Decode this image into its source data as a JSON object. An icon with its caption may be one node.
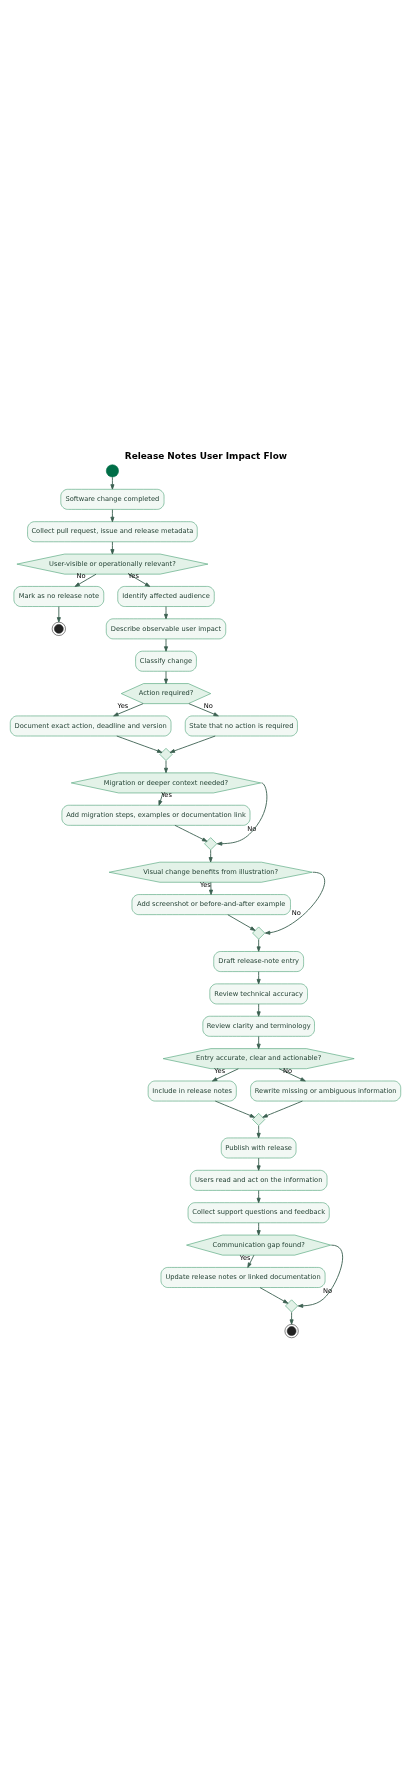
{
  "diagram": {
    "title": "Release Notes User Impact Flow",
    "nodes": [
      {
        "text": [],
        "shape": "circle"
      },
      {
        "text": [
          "Software change completed"
        ]
      },
      {
        "text": [
          "Collect pull request, issue and release metadata"
        ]
      },
      {
        "text": [
          "User-visible or operationally relevant?"
        ]
      },
      {
        "text": [
          "Mark as no release note"
        ]
      },
      {
        "text": [],
        "shape": "circle"
      },
      {
        "text": [
          "Identify affected audience"
        ]
      },
      {
        "text": [
          "Describe observable user impact"
        ]
      },
      {
        "text": [
          "Classify change"
        ]
      },
      {
        "text": [
          "Action required?"
        ]
      },
      {
        "text": [
          "Document exact action, deadline and version"
        ]
      },
      {
        "text": [
          "State that no action is required"
        ]
      },
      {
        "text": [],
        "shape": "diamond"
      },
      {
        "text": [
          "Migration or deeper context needed?"
        ]
      },
      {
        "text": [
          "Add migration steps, examples or documentation link"
        ]
      },
      {
        "text": [],
        "shape": "diamond"
      },
      {
        "text": [
          "Visual change benefits from illustration?"
        ]
      },
      {
        "text": [
          "Add screenshot or before-and-after example"
        ]
      },
      {
        "text": [],
        "shape": "diamond"
      },
      {
        "text": [
          "Draft release-note entry"
        ]
      },
      {
        "text": [
          "Review technical accuracy"
        ]
      },
      {
        "text": [
          "Review clarity and terminology"
        ]
      },
      {
        "text": [
          "Entry accurate, clear and actionable?"
        ]
      },
      {
        "text": [
          "Include in release notes"
        ]
      },
      {
        "text": [
          "Rewrite missing or ambiguous information"
        ]
      },
      {
        "text": [],
        "shape": "diamond"
      },
      {
        "text": [
          "Publish with release"
        ]
      },
      {
        "text": [
          "Users read and act on the information"
        ]
      },
      {
        "text": [
          "Collect support questions and feedback"
        ]
      },
      {
        "text": [
          "Communication gap found?"
        ]
      },
      {
        "text": [
          "Update release notes or linked documentation"
        ]
      },
      {
        "text": [],
        "shape": "diamond"
      },
      {
        "text": [],
        "shape": "circle"
      }
    ],
    "edges": [
      {
        "from": 0,
        "to": 1,
        "arrow": "to"
      },
      {
        "from": 1,
        "to": 2,
        "arrow": "to"
      },
      {
        "from": 2,
        "to": 3,
        "arrow": "to"
      },
      {
        "from": 3,
        "to": 4,
        "arrow": "to",
        "label": "No"
      },
      {
        "from": 4,
        "to": 5,
        "arrow": "to"
      },
      {
        "from": 3,
        "to": 6,
        "arrow": "to",
        "label": "Yes"
      },
      {
        "from": 6,
        "to": 7,
        "arrow": "to"
      },
      {
        "from": 7,
        "to": 8,
        "arrow": "to"
      },
      {
        "from": 8,
        "to": 9,
        "arrow": "to"
      },
      {
        "from": 9,
        "to": 10,
        "arrow": "to",
        "label": "Yes"
      },
      {
        "from": 9,
        "to": 11,
        "arrow": "to",
        "label": "No"
      },
      {
        "from": 10,
        "to": 12,
        "arrow": "to"
      },
      {
        "from": 11,
        "to": 12,
        "arrow": "to"
      },
      {
        "from": 12,
        "to": 13,
        "arrow": "to"
      },
      {
        "from": 13,
        "to": 14,
        "arrow": "to",
        "label": "Yes"
      },
      {
        "from": 13,
        "to": 15,
        "arrow": "to",
        "label": "No"
      },
      {
        "from": 14,
        "to": 15,
        "arrow": "to"
      },
      {
        "from": 15,
        "to": 16,
        "arrow": "to"
      },
      {
        "from": 16,
        "to": 17,
        "arrow": "to",
        "label": "Yes"
      },
      {
        "from": 16,
        "to": 18,
        "arrow": "to",
        "label": "No"
      },
      {
        "from": 17,
        "to": 18,
        "arrow": "to"
      },
      {
        "from": 18,
        "to": 19,
        "arrow": "to"
      },
      {
        "from": 19,
        "to": 20,
        "arrow": "to"
      },
      {
        "from": 20,
        "to": 21,
        "arrow": "to"
      },
      {
        "from": 21,
        "to": 22,
        "arrow": "to"
      },
      {
        "from": 22,
        "to": 23,
        "arrow": "to",
        "label": "Yes"
      },
      {
        "from": 22,
        "to": 24,
        "arrow": "to",
        "label": "No"
      },
      {
        "from": 23,
        "to": 25,
        "arrow": "to"
      },
      {
        "from": 24,
        "to": 25,
        "arrow": "to"
      },
      {
        "from": 25,
        "to": 26,
        "arrow": "to"
      },
      {
        "from": 26,
        "to": 27,
        "arrow": "to"
      },
      {
        "from": 27,
        "to": 28,
        "arrow": "to"
      },
      {
        "from": 28,
        "to": 29,
        "arrow": "to"
      },
      {
        "from": 29,
        "to": 30,
        "arrow": "to",
        "label": "Yes"
      },
      {
        "from": 29,
        "to": 31,
        "arrow": "to",
        "label": "No"
      },
      {
        "from": 30,
        "to": 31,
        "arrow": "to"
      },
      {
        "from": 31,
        "to": 32,
        "arrow": "to"
      }
    ]
  }
}
